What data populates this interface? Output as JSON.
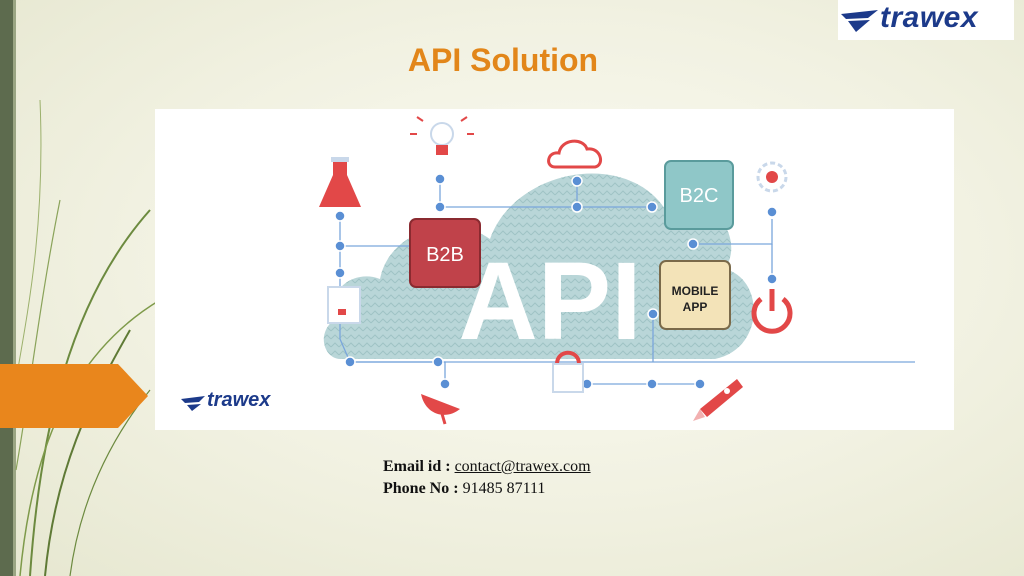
{
  "slide": {
    "title": "API Solution",
    "logo_text": "trawex"
  },
  "diagram": {
    "center_label": "API",
    "b2b_label": "B2B",
    "b2c_label": "B2C",
    "mobile_line1": "MOBILE",
    "mobile_line2": "APP",
    "logo_text": "trawex"
  },
  "contact": {
    "email_label": "Email id :",
    "email_value": "contact@trawex.com",
    "phone_label": "Phone No :",
    "phone_value": "91485 87111"
  },
  "colors": {
    "title": "#e2861a",
    "accent_tab": "#e9861c",
    "brand_blue": "#1c3a8a",
    "cloud": "#b9d6d8",
    "b2b": "#c0424a",
    "b2c": "#8fc7c8",
    "mobile": "#f3e3b8",
    "node": "#5a8fd4",
    "icon_red": "#e24848"
  }
}
